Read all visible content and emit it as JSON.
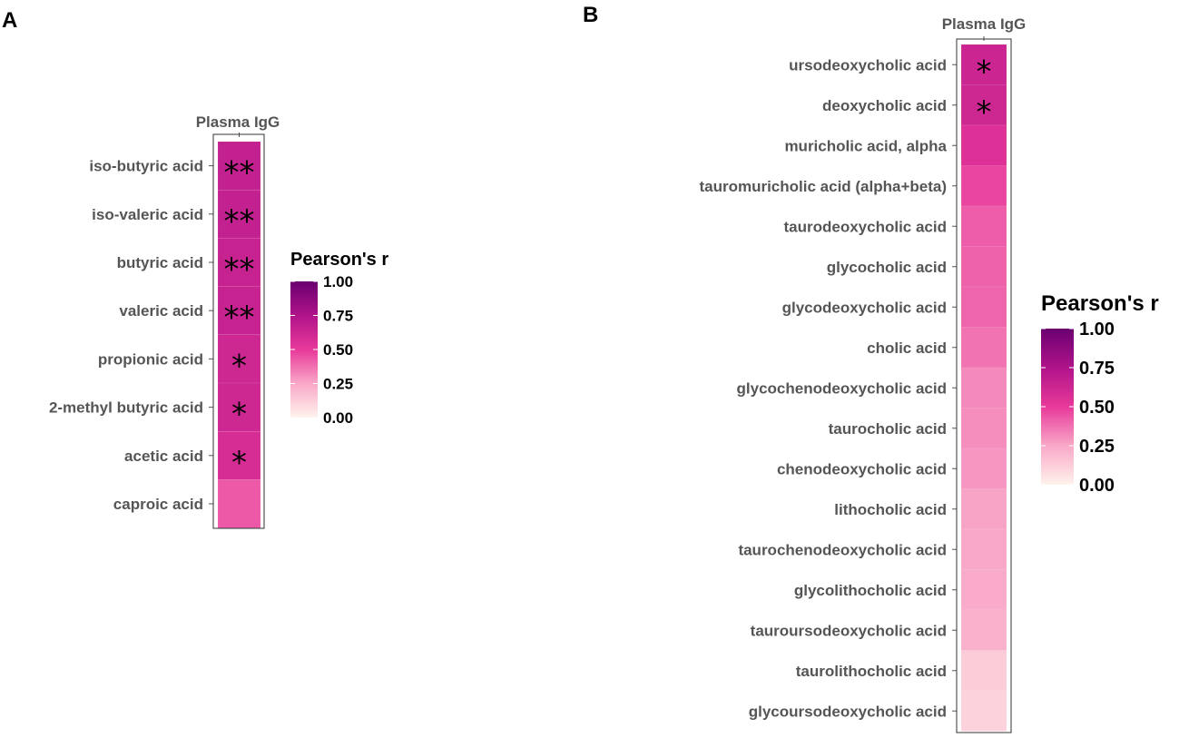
{
  "chart_data": [
    {
      "type": "heatmap",
      "panel_label": "A",
      "columns": [
        "Plasma IgG"
      ],
      "rows": [
        "iso-butyric acid",
        "iso-valeric acid",
        "butyric acid",
        "valeric acid",
        "propionic acid",
        "2-methyl butyric acid",
        "acetic acid",
        "caproic acid"
      ],
      "values": [
        0.66,
        0.66,
        0.65,
        0.65,
        0.62,
        0.62,
        0.58,
        0.43
      ],
      "significance": [
        "**",
        "**",
        "**",
        "**",
        "*",
        "*",
        "*",
        ""
      ],
      "legend": {
        "title": "Pearson's r",
        "range": [
          0,
          1
        ],
        "ticks": [
          "1.00",
          "0.75",
          "0.50",
          "0.25",
          "0.00"
        ],
        "tick_values": [
          1.0,
          0.75,
          0.5,
          0.25,
          0.0
        ],
        "colors": [
          "#fff3ec",
          "#f9a8c8",
          "#e8399a",
          "#b0138a",
          "#6a0070"
        ]
      }
    },
    {
      "type": "heatmap",
      "panel_label": "B",
      "columns": [
        "Plasma IgG"
      ],
      "rows": [
        "ursodeoxycholic acid",
        "deoxycholic acid",
        "muricholic acid, alpha",
        "tauromuricholic acid (alpha+beta)",
        "taurodeoxycholic acid",
        "glycocholic acid",
        "glycodeoxycholic acid",
        "cholic acid",
        "glycochenodeoxycholic acid",
        "taurocholic acid",
        "chenodeoxycholic acid",
        "lithocholic acid",
        "taurochenodeoxycholic acid",
        "glycolithocholic acid",
        "tauroursodeoxycholic acid",
        "taurolithocholic acid",
        "glycoursodeoxycholic acid"
      ],
      "values": [
        0.63,
        0.62,
        0.55,
        0.47,
        0.42,
        0.41,
        0.4,
        0.37,
        0.32,
        0.31,
        0.29,
        0.26,
        0.25,
        0.24,
        0.22,
        0.13,
        0.11
      ],
      "significance": [
        "*",
        "*",
        "",
        "",
        "",
        "",
        "",
        "",
        "",
        "",
        "",
        "",
        "",
        "",
        "",
        "",
        ""
      ],
      "legend": {
        "title": "Pearson's r",
        "range": [
          0,
          1
        ],
        "ticks": [
          "1.00",
          "0.75",
          "0.50",
          "0.25",
          "0.00"
        ],
        "tick_values": [
          1.0,
          0.75,
          0.5,
          0.25,
          0.0
        ],
        "colors": [
          "#fff3ec",
          "#f9a8c8",
          "#e8399a",
          "#b0138a",
          "#6a0070"
        ]
      }
    }
  ]
}
